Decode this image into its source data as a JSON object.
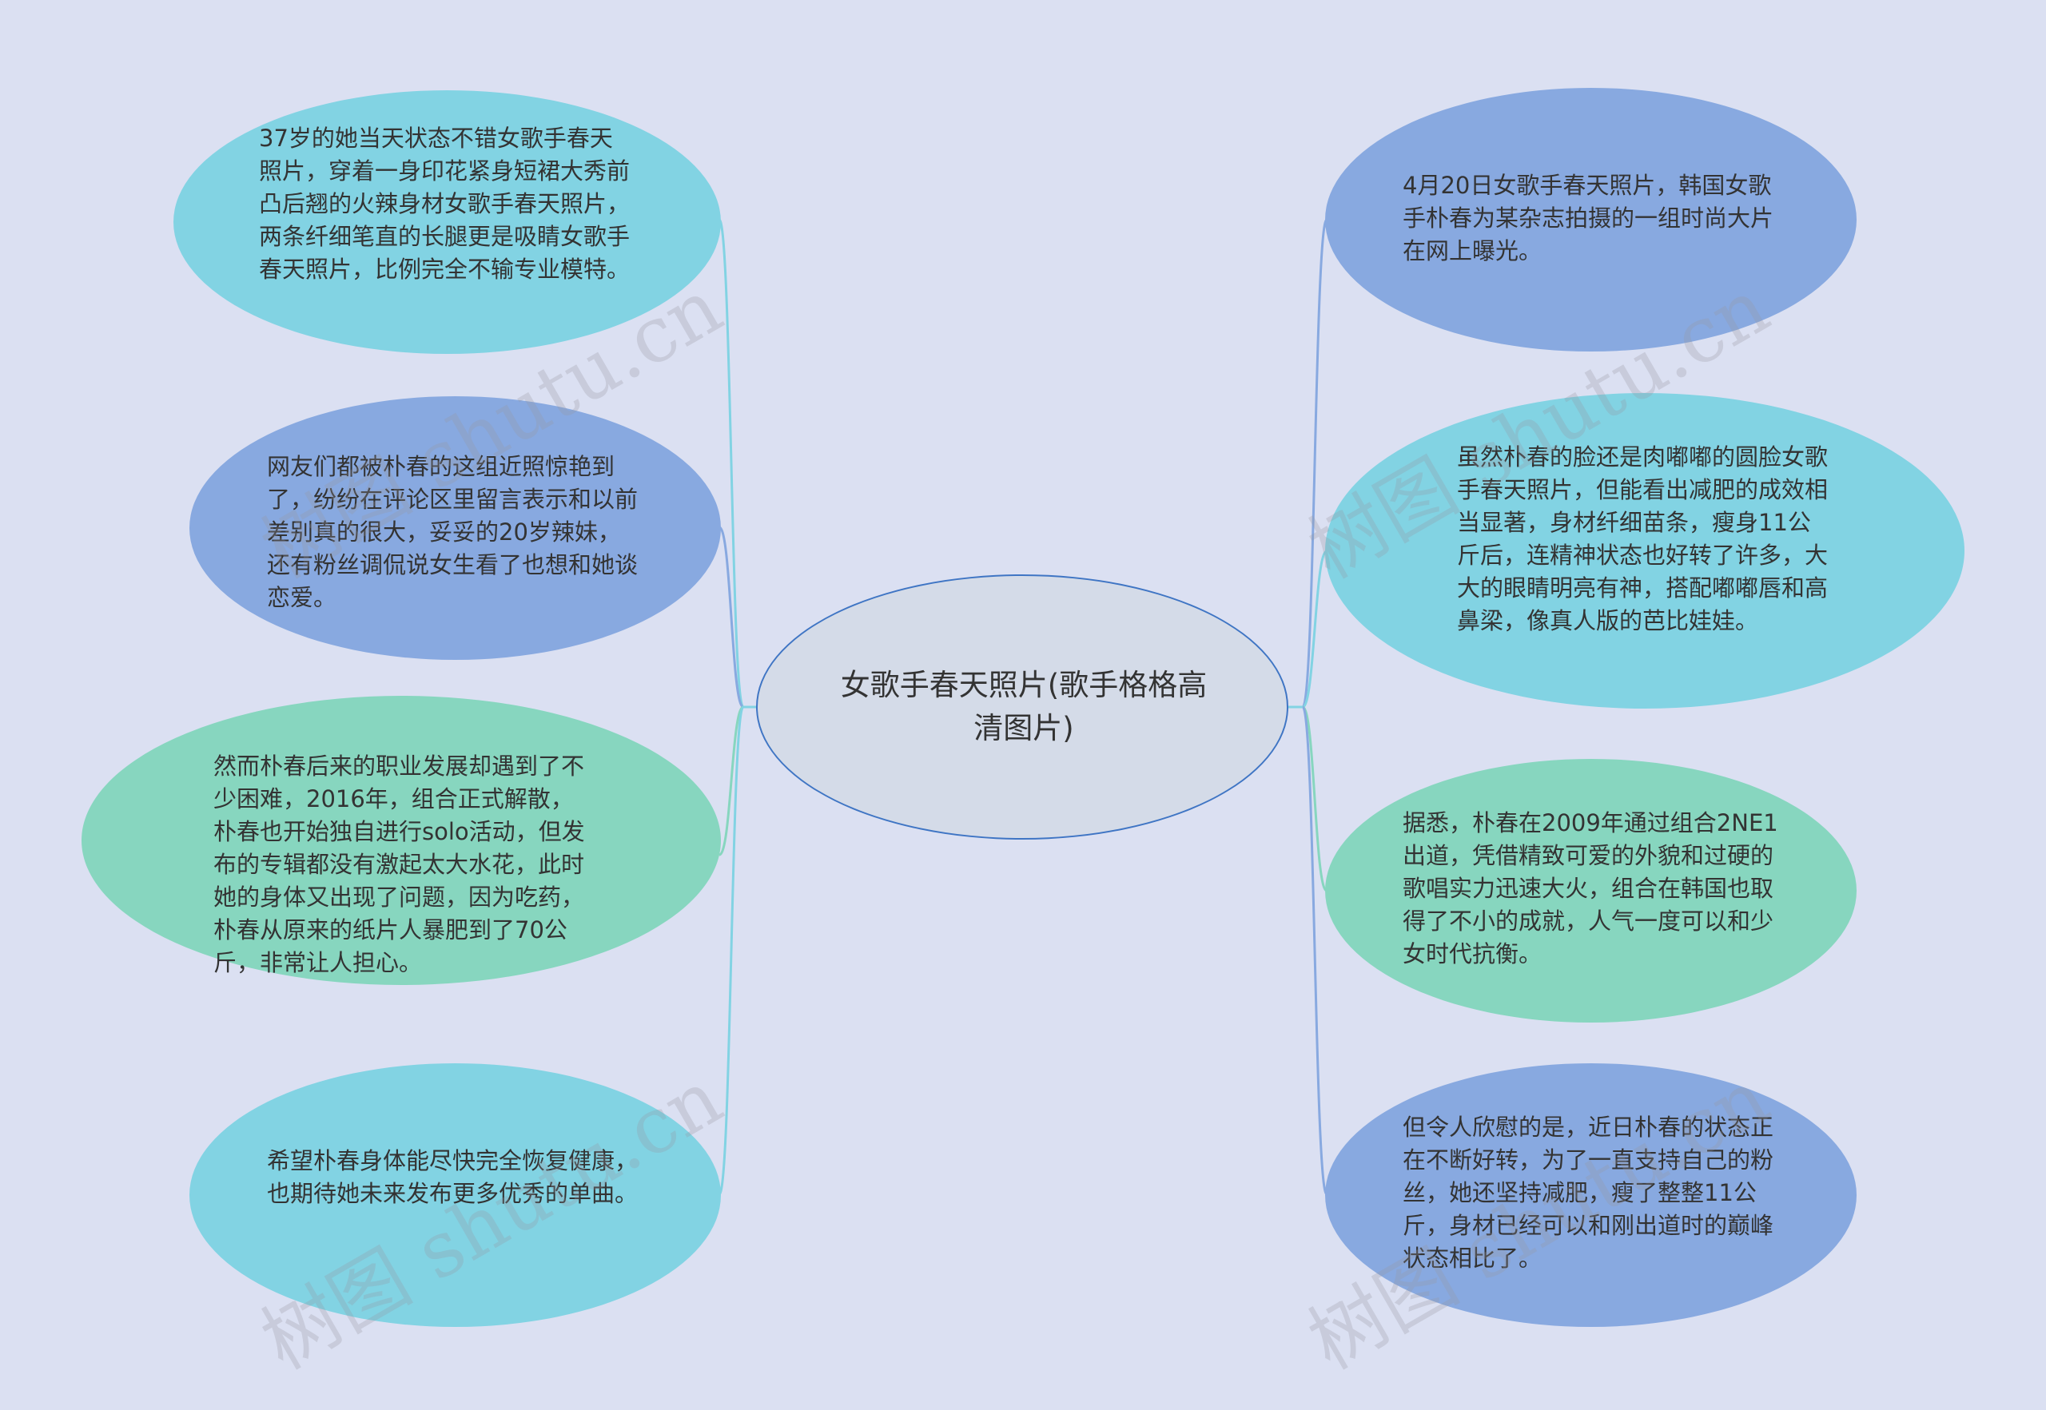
{
  "center": {
    "label": "女歌手春天照片(歌手格格高清图片)"
  },
  "left_nodes": [
    {
      "text": "37岁的她当天状态不错女歌手春天照片，穿着一身印花紧身短裙大秀前凸后翘的火辣身材女歌手春天照片，两条纤细笔直的长腿更是吸睛女歌手春天照片，比例完全不输专业模特。",
      "color": "#82d3e3"
    },
    {
      "text": "网友们都被朴春的这组近照惊艳到了，纷纷在评论区里留言表示和以前差别真的很大，妥妥的20岁辣妹，还有粉丝调侃说女生看了也想和她谈恋爱。",
      "color": "#88a9e0"
    },
    {
      "text": "然而朴春后来的职业发展却遇到了不少困难，2016年，组合正式解散，朴春也开始独自进行solo活动，但发布的专辑都没有激起太大水花，此时她的身体又出现了问题，因为吃药，朴春从原来的纸片人暴肥到了70公斤，非常让人担心。",
      "color": "#87d6bf"
    },
    {
      "text": "希望朴春身体能尽快完全恢复健康，也期待她未来发布更多优秀的单曲。",
      "color": "#82d3e3"
    }
  ],
  "right_nodes": [
    {
      "text": "4月20日女歌手春天照片，韩国女歌手朴春为某杂志拍摄的一组时尚大片在网上曝光。",
      "color": "#88a9e0"
    },
    {
      "text": "虽然朴春的脸还是肉嘟嘟的圆脸女歌手春天照片，但能看出减肥的成效相当显著，身材纤细苗条，瘦身11公斤后，连精神状态也好转了许多，大大的眼睛明亮有神，搭配嘟嘟唇和高鼻梁，像真人版的芭比娃娃。",
      "color": "#82d3e3"
    },
    {
      "text": "据悉，朴春在2009年通过组合2NE1出道，凭借精致可爱的外貌和过硬的歌唱实力迅速大火，组合在韩国也取得了不小的成就，人气一度可以和少女时代抗衡。",
      "color": "#87d6bf"
    },
    {
      "text": "但令人欣慰的是，近日朴春的状态正在不断好转，为了一直支持自己的粉丝，她还坚持减肥，瘦了整整11公斤，身材已经可以和刚出道时的巅峰状态相比了。",
      "color": "#88a9e0"
    }
  ],
  "watermark": "树图 shutu.cn",
  "colors": {
    "background": "#dbe0f2",
    "center_border": "#3f75c4"
  }
}
